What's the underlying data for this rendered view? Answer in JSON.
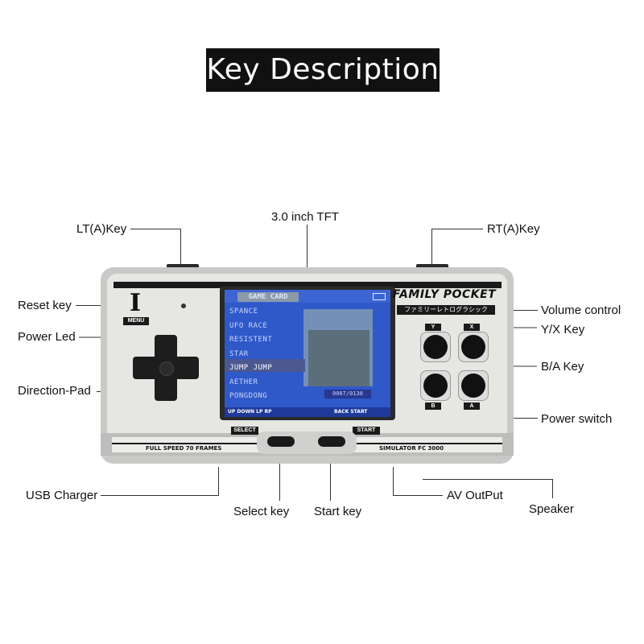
{
  "title": "Key Description",
  "labels": {
    "lt_key": "LT(A)Key",
    "tft": "3.0 inch  TFT",
    "rt_key": "RT(A)Key",
    "reset_key": "Reset key",
    "power_led": "Power Led",
    "direction_pad": "Direction-Pad",
    "volume_control": "Volume control",
    "yx_key": "Y/X Key",
    "ba_key": "B/A Key",
    "power_switch": "Power switch",
    "usb_charger": "USB Charger",
    "select_key": "Select key",
    "start_key": "Start key",
    "av_output": "AV OutPut",
    "speaker": "Speaker"
  },
  "device": {
    "brand": "FAMILY POCKET",
    "brand_sub": "ファミリーレトログラシック",
    "menu": "MENU",
    "logo": "I",
    "select": "SELECT",
    "start": "START",
    "bottom_left": "FULL SPEED 70 FRAMES",
    "bottom_right": "SIMULATOR   FC 3000",
    "btn_y": "Y",
    "btn_x": "X",
    "btn_b": "B",
    "btn_a": "A"
  },
  "screen": {
    "header": "GAME CARD",
    "games": [
      "SPANCE",
      "UFO RACE",
      "RESISTENT",
      "STAR",
      "JUMP JUMP",
      "AETHER",
      "PONGDONG"
    ],
    "selected_index": 4,
    "counter": "0067/0130",
    "footer_left": "UP  DOWN  LP  RP",
    "footer_right": "BACK  START"
  },
  "colors": {
    "shell": "#e4e4e2",
    "shell_edge": "#b9b9b7",
    "screen_bg": "#3a5fd0",
    "accent_dark": "#1a1a1a"
  }
}
